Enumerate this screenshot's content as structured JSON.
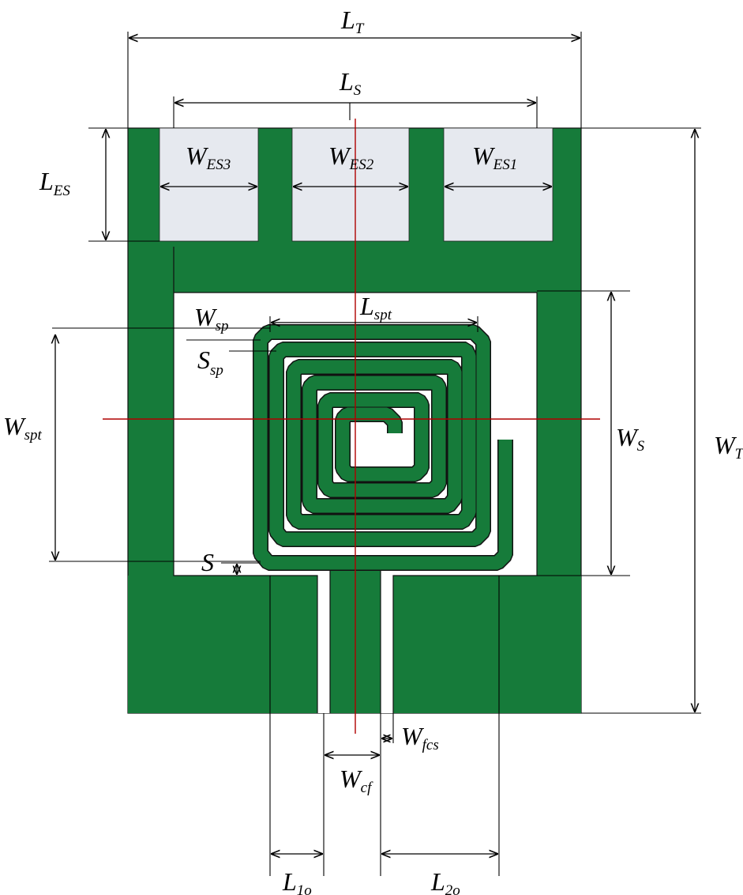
{
  "labels": {
    "lt": {
      "main": "L",
      "sub": "T"
    },
    "ls": {
      "main": "L",
      "sub": "S"
    },
    "les": {
      "main": "L",
      "sub": "ES"
    },
    "wes3": {
      "main": "W",
      "sub": "ES3"
    },
    "wes2": {
      "main": "W",
      "sub": "ES2"
    },
    "wes1": {
      "main": "W",
      "sub": "ES1"
    },
    "wsp": {
      "main": "W",
      "sub": "sp"
    },
    "lspt": {
      "main": "L",
      "sub": "spt"
    },
    "ssp": {
      "main": "S",
      "sub": "sp"
    },
    "wspt": {
      "main": "W",
      "sub": "spt"
    },
    "ws": {
      "main": "W",
      "sub": "S"
    },
    "wt": {
      "main": "W",
      "sub": "T"
    },
    "s": {
      "main": "S",
      "sub": ""
    },
    "wfcs": {
      "main": "W",
      "sub": "fcs"
    },
    "wcf": {
      "main": "W",
      "sub": "cf"
    },
    "l1o": {
      "main": "L",
      "sub": "1o"
    },
    "l2o": {
      "main": "L",
      "sub": "2o"
    }
  },
  "colors": {
    "copper": "#167b3a",
    "patch": "#e6e9ef",
    "axis": "#b00000"
  }
}
